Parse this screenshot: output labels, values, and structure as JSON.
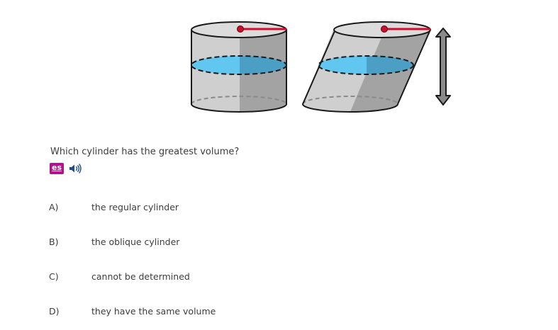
{
  "question": {
    "text": "Which cylinder has the greatest volume?",
    "spanish_label": "es",
    "speaker_icon": "speaker-icon"
  },
  "options": [
    {
      "letter": "A)",
      "text": "the regular cylinder"
    },
    {
      "letter": "B)",
      "text": "the oblique cylinder"
    },
    {
      "letter": "C)",
      "text": "cannot be determined"
    },
    {
      "letter": "D)",
      "text": "they have the same volume"
    }
  ],
  "colors": {
    "cylinder_light": "#cfcfcf",
    "cylinder_dark": "#a3a3a3",
    "water": "#62c7f0",
    "water_dark": "#4b9fc4",
    "radius_red": "#c8102e",
    "accent_magenta": "#b0148c"
  }
}
